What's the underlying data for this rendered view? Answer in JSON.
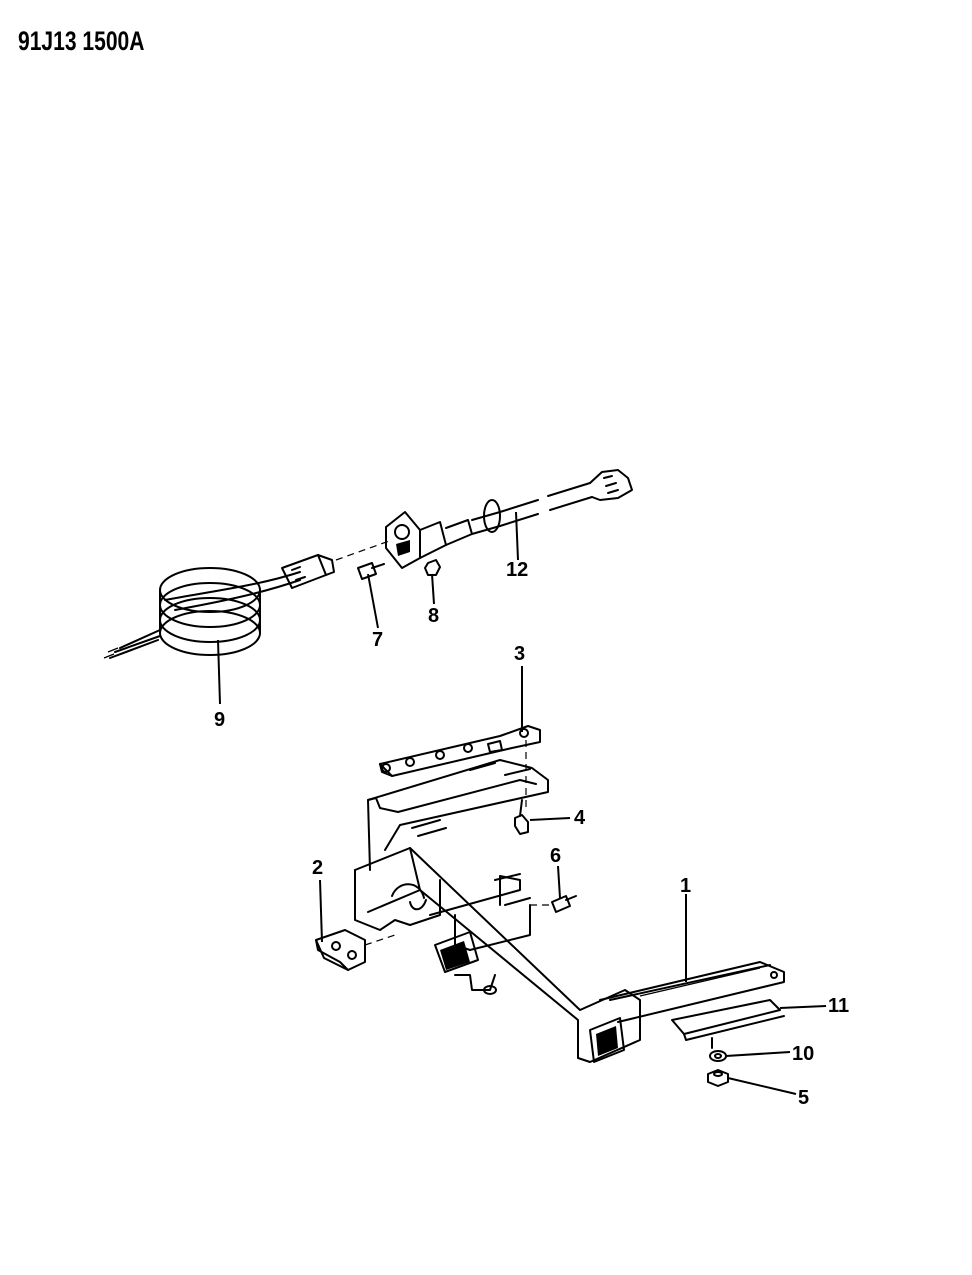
{
  "header": {
    "reference_code": "91J13 1500A"
  },
  "callouts": [
    "1",
    "2",
    "3",
    "4",
    "5",
    "6",
    "7",
    "8",
    "9",
    "10",
    "11",
    "12"
  ]
}
